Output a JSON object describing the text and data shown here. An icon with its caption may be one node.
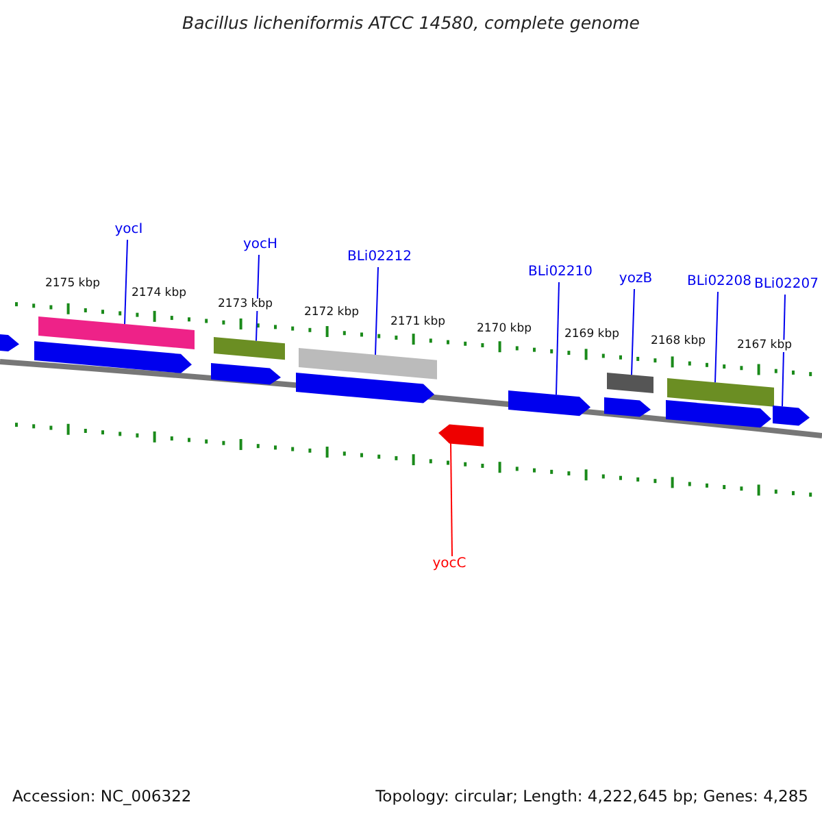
{
  "diagram": {
    "title": "Bacillus licheniformis ATCC 14580, complete genome",
    "nodes": [
      {
        "text": [
          "yocI"
        ]
      },
      {
        "text": [
          "yocH"
        ]
      },
      {
        "text": [
          "BLi02212"
        ]
      },
      {
        "text": [
          "BLi02210"
        ]
      },
      {
        "text": [
          "yozB"
        ]
      },
      {
        "text": [
          "BLi02208"
        ]
      },
      {
        "text": [
          "BLi02207"
        ]
      },
      {
        "text": [
          "yocC"
        ]
      },
      {
        "text": [],
        "shape": "bar"
      },
      {
        "text": [],
        "shape": "bar"
      },
      {
        "text": [],
        "shape": "bar"
      },
      {
        "text": [],
        "shape": "arrow"
      },
      {
        "text": [],
        "shape": "bar"
      },
      {
        "text": [],
        "shape": "bar"
      },
      {
        "text": [],
        "shape": "arrow"
      },
      {
        "text": [],
        "shape": "arrow"
      },
      {
        "text": [],
        "shape": "arrow"
      },
      {
        "text": [],
        "shape": "arrow"
      },
      {
        "text": [],
        "shape": "arrow"
      },
      {
        "text": [],
        "shape": "arrow"
      },
      {
        "text": [],
        "shape": "arrow"
      },
      {
        "text": [],
        "shape": "arrow"
      }
    ],
    "edges": [
      {
        "from": 0,
        "to": 8,
        "arrow": "none"
      },
      {
        "from": 1,
        "to": 9,
        "arrow": "none"
      },
      {
        "from": 2,
        "to": 10,
        "arrow": "none"
      },
      {
        "from": 3,
        "to": 11,
        "arrow": "none"
      },
      {
        "from": 4,
        "to": 12,
        "arrow": "none"
      },
      {
        "from": 5,
        "to": 13,
        "arrow": "none"
      },
      {
        "from": 6,
        "to": 14,
        "arrow": "none"
      },
      {
        "from": 7,
        "to": 15,
        "arrow": "none",
        "color": "#ff0000"
      }
    ],
    "labels": [
      "2175 kbp",
      "2174 kbp",
      "2173 kbp",
      "2172 kbp",
      "2171 kbp",
      "2170 kbp",
      "2169 kbp",
      "2168 kbp",
      "2167 kbp",
      "Accession: NC_006322",
      "Topology: circular; Length: 4,222,645 bp; Genes: 4,285"
    ]
  }
}
